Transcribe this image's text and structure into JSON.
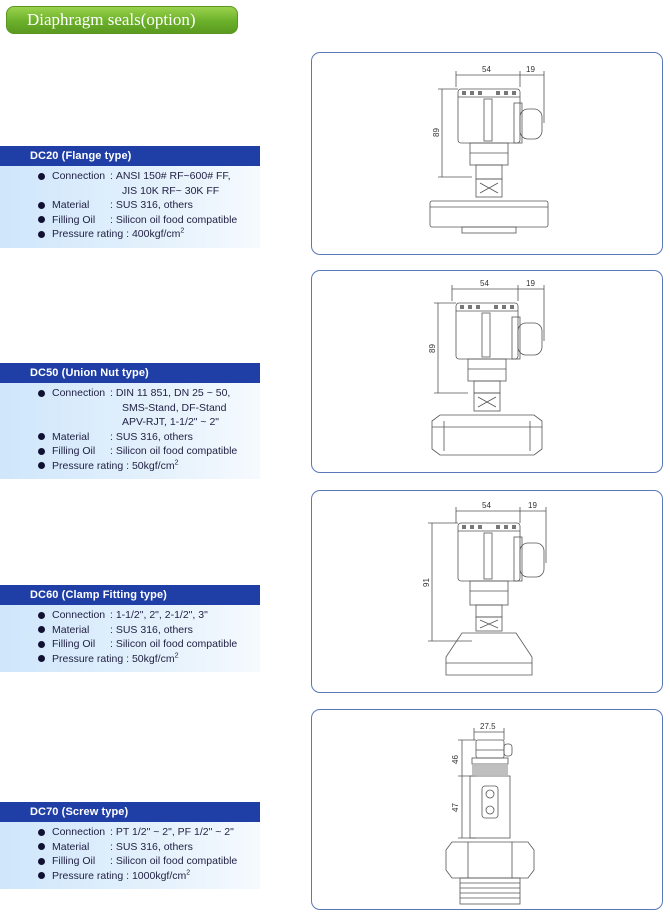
{
  "page_title": "Diaphragm seals(option)",
  "products": [
    {
      "model": "DC20 (Flange type)",
      "specs": [
        {
          "label": "Connection",
          "lines": [
            "ANSI 150# RF~600# FF,",
            "JIS 10K RF~ 30K FF"
          ]
        },
        {
          "label": "Material",
          "lines": [
            "SUS 316, others"
          ]
        },
        {
          "label": "Filling Oil",
          "lines": [
            "Silicon oil food compatible"
          ]
        },
        {
          "label": "Pressure rating",
          "lines": [
            "400kgf/cm"
          ]
        }
      ],
      "dims": {
        "width": "54",
        "conn": "19",
        "height": "89"
      }
    },
    {
      "model": "DC50 (Union Nut type)",
      "specs": [
        {
          "label": "Connection",
          "lines": [
            "DIN 11 851, DN 25 ~ 50,",
            "SMS-Stand, DF-Stand",
            "APV-RJT, 1-1/2\" ~ 2\""
          ]
        },
        {
          "label": "Material",
          "lines": [
            "SUS 316, others"
          ]
        },
        {
          "label": "Filling Oil",
          "lines": [
            "Silicon oil food compatible"
          ]
        },
        {
          "label": "Pressure rating",
          "lines": [
            "50kgf/cm"
          ]
        }
      ],
      "dims": {
        "width": "54",
        "conn": "19",
        "height": "89"
      }
    },
    {
      "model": "DC60 (Clamp Fitting type)",
      "specs": [
        {
          "label": "Connection",
          "lines": [
            "1-1/2\", 2\", 2-1/2\", 3\""
          ]
        },
        {
          "label": "Material",
          "lines": [
            "SUS 316, others"
          ]
        },
        {
          "label": "Filling Oil",
          "lines": [
            "Silicon oil food compatible"
          ]
        },
        {
          "label": "Pressure rating",
          "lines": [
            "50kgf/cm"
          ]
        }
      ],
      "dims": {
        "width": "54",
        "conn": "19",
        "height": "91"
      }
    },
    {
      "model": "DC70 (Screw type)",
      "specs": [
        {
          "label": "Connection",
          "lines": [
            "PT 1/2\" ~ 2\", PF 1/2\" ~ 2\""
          ]
        },
        {
          "label": "Material",
          "lines": [
            "SUS 316, others"
          ]
        },
        {
          "label": "Filling Oil",
          "lines": [
            "Silicon oil food compatible"
          ]
        },
        {
          "label": "Pressure rating",
          "lines": [
            "1000kgf/cm"
          ]
        }
      ],
      "dims": {
        "width": "27.5",
        "upper": "46",
        "lower": "47"
      }
    }
  ],
  "superscript": "2"
}
